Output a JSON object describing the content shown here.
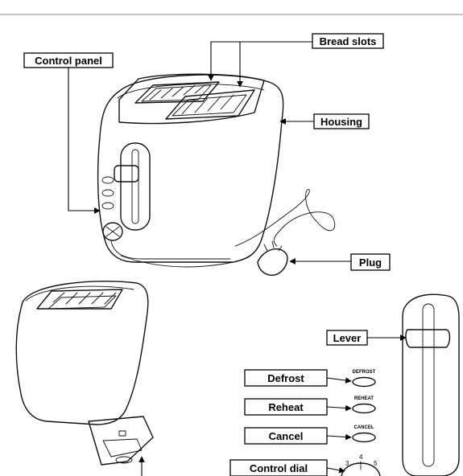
{
  "labels": {
    "bread_slots": "Bread slots",
    "control_panel": "Control panel",
    "housing": "Housing",
    "plug": "Plug",
    "lever": "Lever",
    "defrost": "Defrost",
    "reheat": "Reheat",
    "cancel": "Cancel",
    "control_dial": "Control dial"
  },
  "buttons": {
    "defrost": "DEFROST",
    "reheat": "REHEAT",
    "cancel": "CANCEL"
  },
  "dial_numbers": [
    "3",
    "4",
    "5"
  ]
}
